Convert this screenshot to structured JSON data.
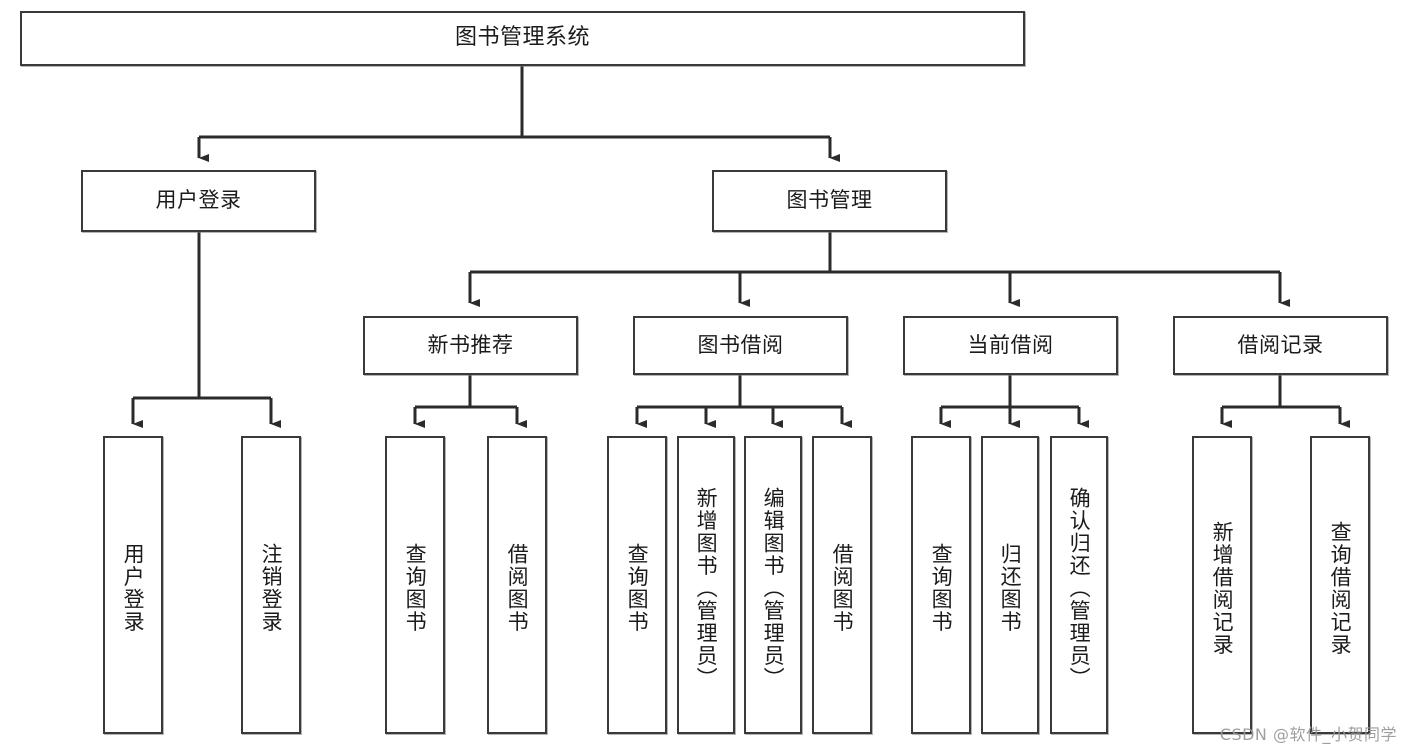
{
  "diagram": {
    "type": "tree",
    "title": "图书管理系统",
    "theme": {
      "background": "#ffffff",
      "box_border": "#3a3a3a",
      "box_fill": "#ffffff",
      "text": "#1b1b1b",
      "connector": "#2b2b2b",
      "watermark": "#9a9a9a"
    }
  },
  "root": {
    "label": "图书管理系统"
  },
  "level1": [
    {
      "label": "用户登录"
    },
    {
      "label": "图书管理"
    }
  ],
  "level2": [
    {
      "label": "新书推荐"
    },
    {
      "label": "图书借阅"
    },
    {
      "label": "当前借阅"
    },
    {
      "label": "借阅记录"
    }
  ],
  "leaves": {
    "user_login": [
      {
        "label": "用户登录"
      },
      {
        "label": "注销登录"
      }
    ],
    "new_book": [
      {
        "label": "查询图书"
      },
      {
        "label": "借阅图书"
      }
    ],
    "book_borrow": [
      {
        "label": "查询图书"
      },
      {
        "label": "新增图书（管理员）"
      },
      {
        "label": "编辑图书（管理员）"
      },
      {
        "label": "借阅图书"
      }
    ],
    "current_borrow": [
      {
        "label": "查询图书"
      },
      {
        "label": "归还图书"
      },
      {
        "label": "确认归还（管理员）"
      }
    ],
    "borrow_record": [
      {
        "label": "新增借阅记录"
      },
      {
        "label": "查询借阅记录"
      }
    ]
  },
  "watermark": {
    "text": "CSDN @软件_小贺同学"
  }
}
